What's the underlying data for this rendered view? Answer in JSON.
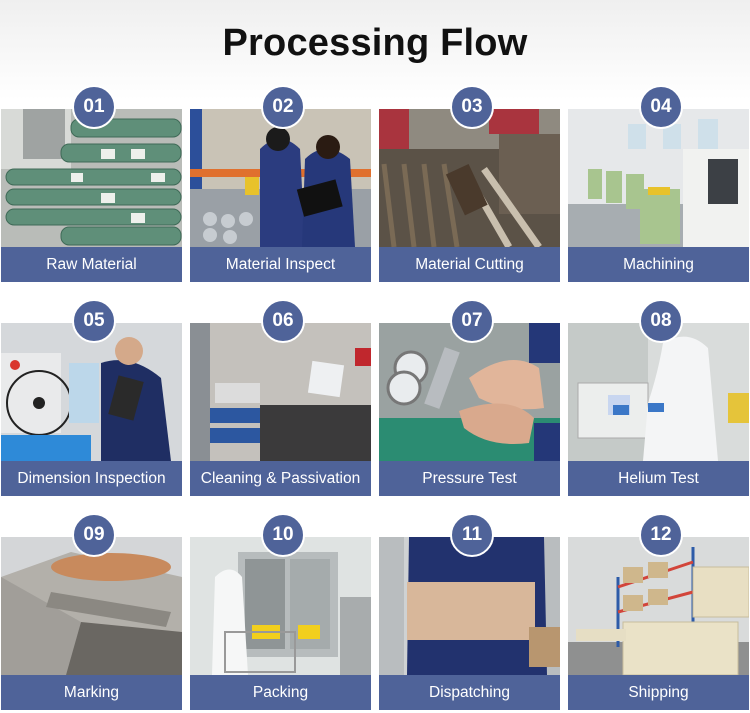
{
  "header": {
    "title": "Processing Flow"
  },
  "colors": {
    "accent": "#4f6399",
    "label_text": "#ffffff",
    "title_text": "#111111"
  },
  "steps": [
    {
      "number": "01",
      "label": "Raw Material",
      "image": "stacked-wrapped-pipes-photo"
    },
    {
      "number": "02",
      "label": "Material Inspect",
      "image": "workers-inspecting-parts-photo"
    },
    {
      "number": "03",
      "label": "Material Cutting",
      "image": "saw-cutting-bars-photo"
    },
    {
      "number": "04",
      "label": "Machining",
      "image": "cnc-machine-workshop-photo"
    },
    {
      "number": "05",
      "label": "Dimension Inspection",
      "image": "worker-measuring-part-photo"
    },
    {
      "number": "06",
      "label": "Cleaning & Passivation",
      "image": "ultrasonic-cleaning-tanks-photo"
    },
    {
      "number": "07",
      "label": "Pressure Test",
      "image": "gauge-pressure-testing-photo"
    },
    {
      "number": "08",
      "label": "Helium Test",
      "image": "helium-leak-detector-photo"
    },
    {
      "number": "09",
      "label": "Marking",
      "image": "marked-fitting-closeup-photo"
    },
    {
      "number": "10",
      "label": "Packing",
      "image": "cleanroom-packing-photo"
    },
    {
      "number": "11",
      "label": "Dispatching",
      "image": "worker-holding-box-photo"
    },
    {
      "number": "12",
      "label": "Shipping",
      "image": "warehouse-wooden-crates-photo"
    }
  ]
}
